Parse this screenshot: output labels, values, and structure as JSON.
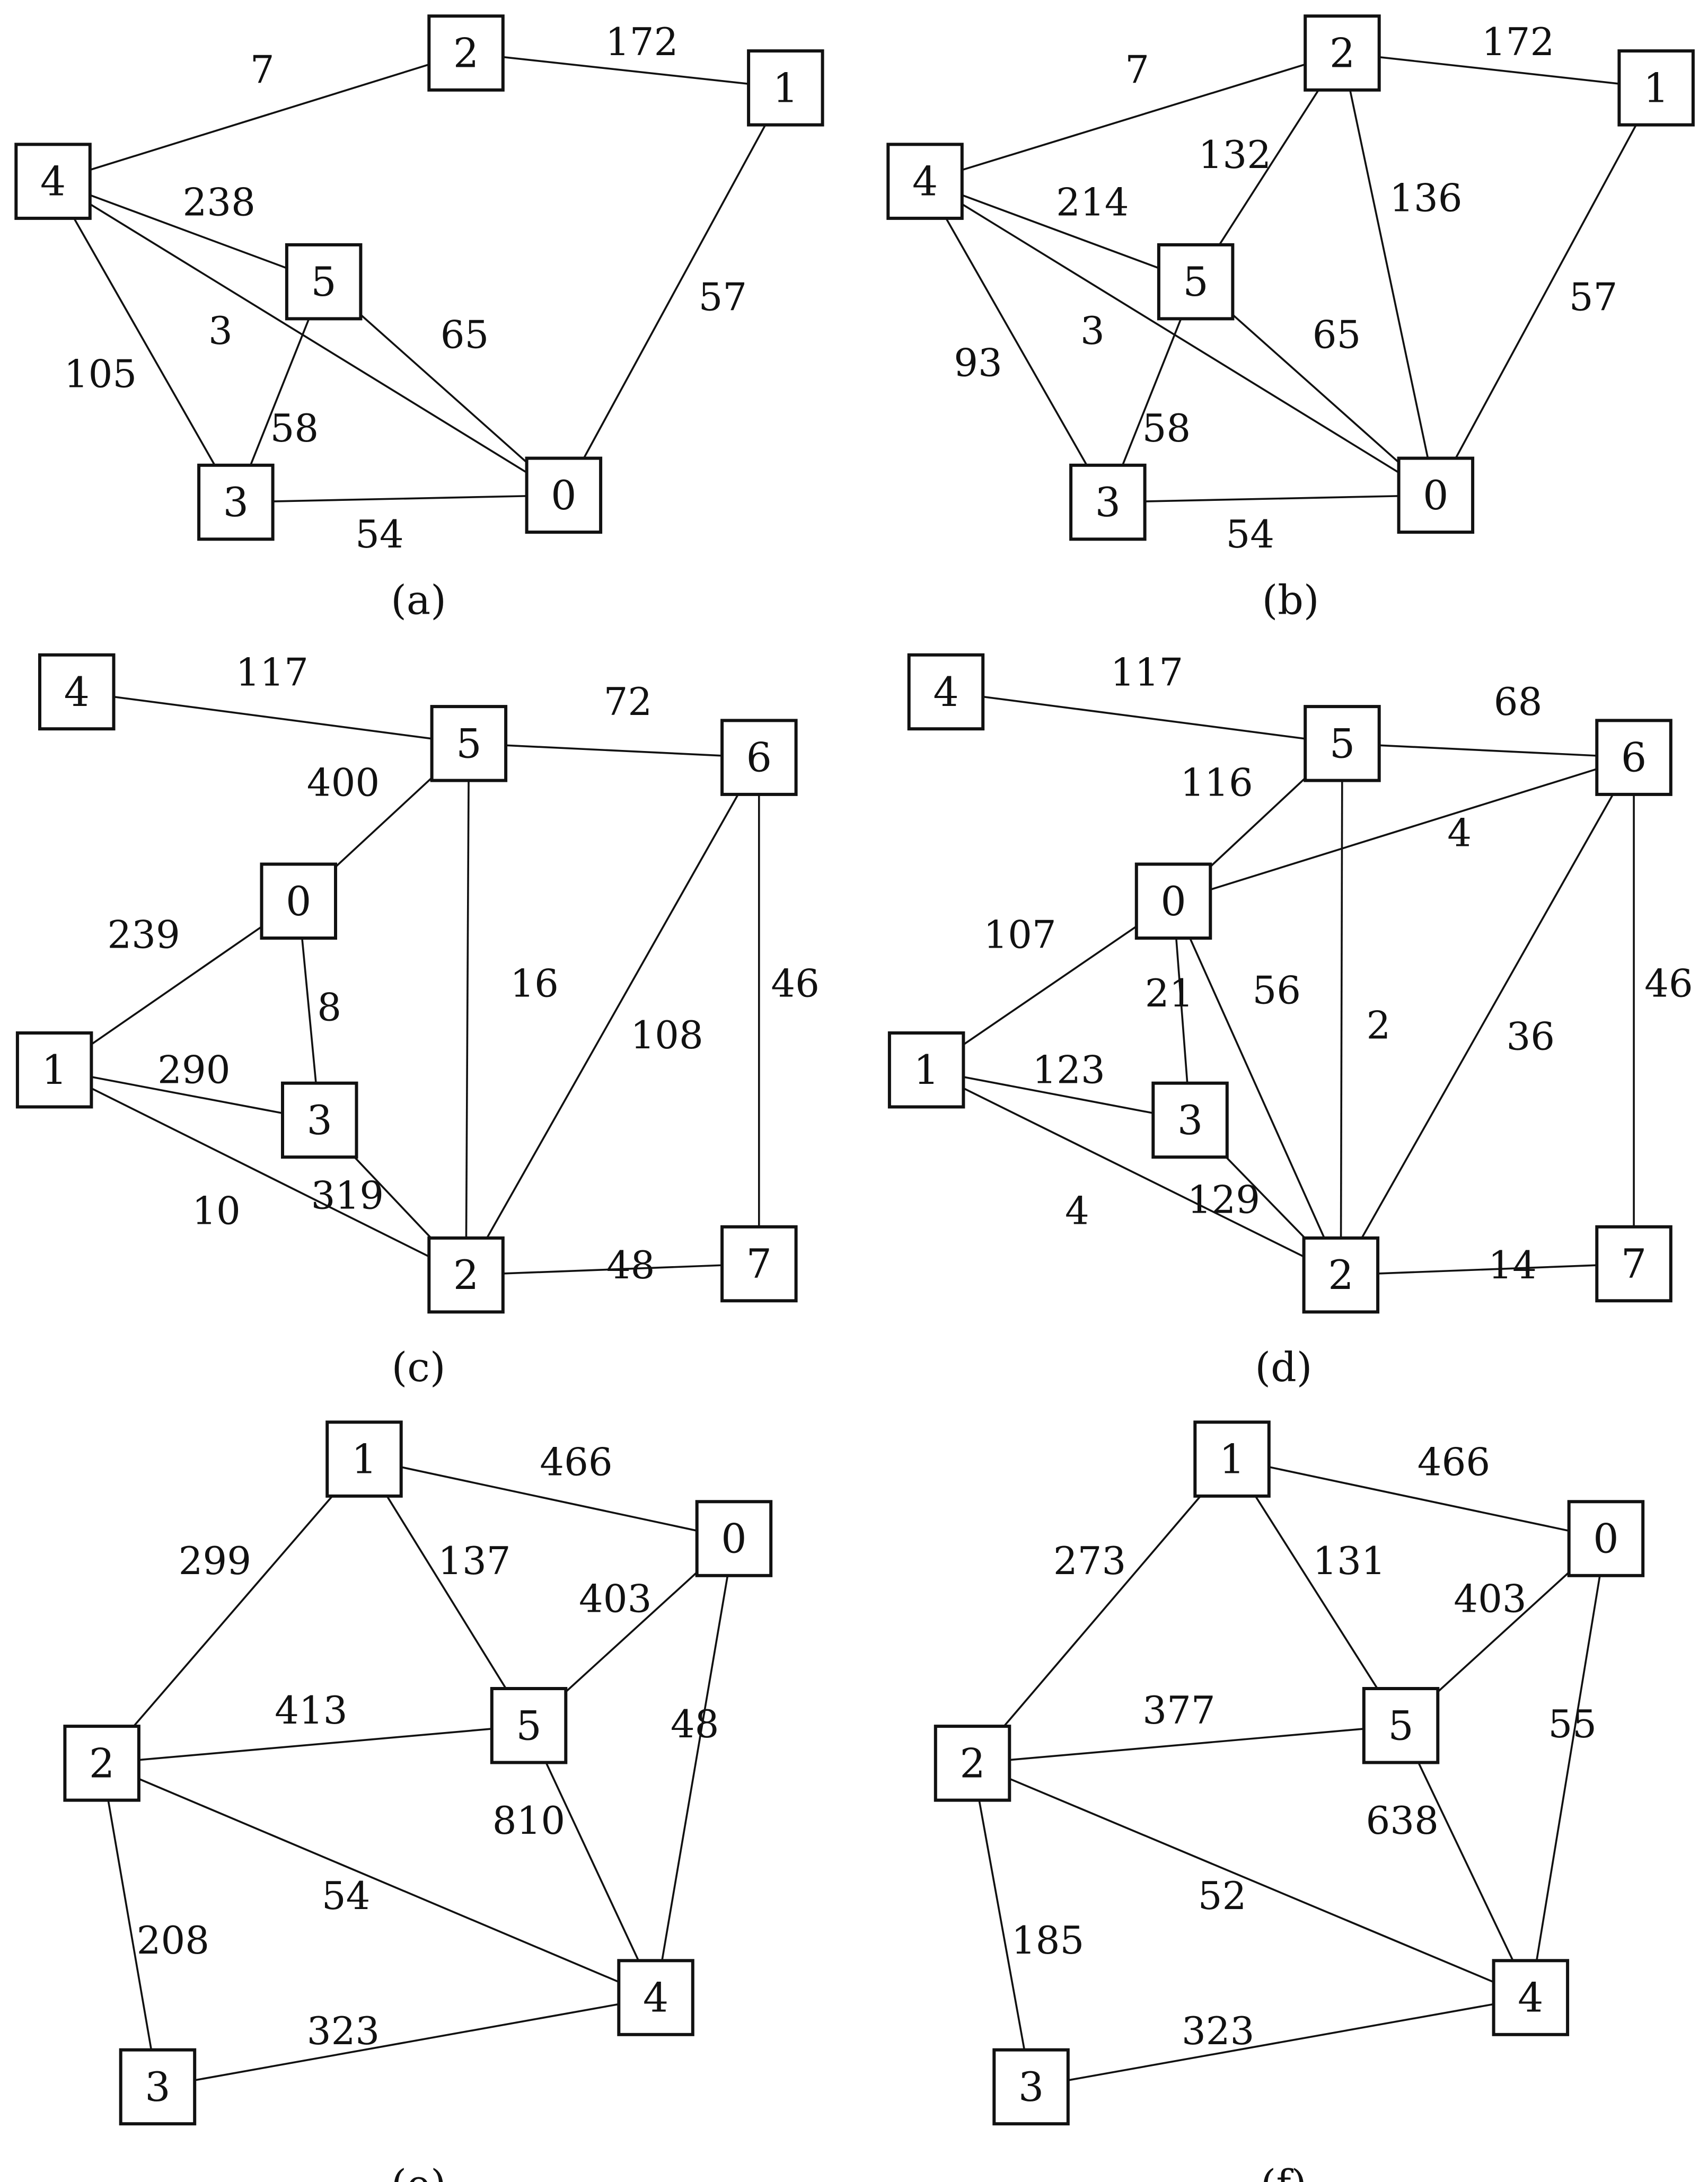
{
  "panels": [
    {
      "caption": "(a)",
      "nodes": [
        "0",
        "1",
        "2",
        "3",
        "4",
        "5"
      ],
      "edges": [
        {
          "from": "4",
          "to": "2",
          "label": "7"
        },
        {
          "from": "2",
          "to": "1",
          "label": "172"
        },
        {
          "from": "4",
          "to": "5",
          "label": "238"
        },
        {
          "from": "4",
          "to": "0",
          "label": "3"
        },
        {
          "from": "4",
          "to": "3",
          "label": "105"
        },
        {
          "from": "5",
          "to": "0",
          "label": "65"
        },
        {
          "from": "5",
          "to": "3",
          "label": "58"
        },
        {
          "from": "1",
          "to": "0",
          "label": "57"
        },
        {
          "from": "3",
          "to": "0",
          "label": "54"
        }
      ]
    },
    {
      "caption": "(b)",
      "nodes": [
        "0",
        "1",
        "2",
        "3",
        "4",
        "5"
      ],
      "edges": [
        {
          "from": "4",
          "to": "2",
          "label": "7"
        },
        {
          "from": "2",
          "to": "1",
          "label": "172"
        },
        {
          "from": "2",
          "to": "5",
          "label": "132"
        },
        {
          "from": "2",
          "to": "0",
          "label": "136"
        },
        {
          "from": "4",
          "to": "5",
          "label": "214"
        },
        {
          "from": "4",
          "to": "0",
          "label": "3"
        },
        {
          "from": "4",
          "to": "3",
          "label": "93"
        },
        {
          "from": "5",
          "to": "0",
          "label": "65"
        },
        {
          "from": "5",
          "to": "3",
          "label": "58"
        },
        {
          "from": "1",
          "to": "0",
          "label": "57"
        },
        {
          "from": "3",
          "to": "0",
          "label": "54"
        }
      ]
    },
    {
      "caption": "(c)",
      "nodes": [
        "0",
        "1",
        "2",
        "3",
        "4",
        "5",
        "6",
        "7"
      ],
      "edges": [
        {
          "from": "4",
          "to": "5",
          "label": "117"
        },
        {
          "from": "5",
          "to": "6",
          "label": "72"
        },
        {
          "from": "5",
          "to": "0",
          "label": "400"
        },
        {
          "from": "5",
          "to": "2",
          "label": "16"
        },
        {
          "from": "6",
          "to": "2",
          "label": "108"
        },
        {
          "from": "6",
          "to": "7",
          "label": "46"
        },
        {
          "from": "0",
          "to": "1",
          "label": "239"
        },
        {
          "from": "0",
          "to": "3",
          "label": "8"
        },
        {
          "from": "1",
          "to": "3",
          "label": "290"
        },
        {
          "from": "1",
          "to": "2",
          "label": "10"
        },
        {
          "from": "3",
          "to": "2",
          "label": "319"
        },
        {
          "from": "2",
          "to": "7",
          "label": "48"
        }
      ]
    },
    {
      "caption": "(d)",
      "nodes": [
        "0",
        "1",
        "2",
        "3",
        "4",
        "5",
        "6",
        "7"
      ],
      "edges": [
        {
          "from": "4",
          "to": "5",
          "label": "117"
        },
        {
          "from": "5",
          "to": "6",
          "label": "68"
        },
        {
          "from": "5",
          "to": "0",
          "label": "116"
        },
        {
          "from": "0",
          "to": "6",
          "label": "4"
        },
        {
          "from": "5",
          "to": "2",
          "label": "2"
        },
        {
          "from": "6",
          "to": "2",
          "label": "36"
        },
        {
          "from": "6",
          "to": "7",
          "label": "46"
        },
        {
          "from": "0",
          "to": "1",
          "label": "107"
        },
        {
          "from": "0",
          "to": "3",
          "label": "21"
        },
        {
          "from": "0",
          "to": "2",
          "label": "56"
        },
        {
          "from": "1",
          "to": "3",
          "label": "123"
        },
        {
          "from": "1",
          "to": "2",
          "label": "4"
        },
        {
          "from": "3",
          "to": "2",
          "label": "129"
        },
        {
          "from": "2",
          "to": "7",
          "label": "14"
        }
      ]
    },
    {
      "caption": "(e)",
      "nodes": [
        "0",
        "1",
        "2",
        "3",
        "4",
        "5"
      ],
      "edges": [
        {
          "from": "1",
          "to": "0",
          "label": "466"
        },
        {
          "from": "1",
          "to": "2",
          "label": "299"
        },
        {
          "from": "1",
          "to": "5",
          "label": "137"
        },
        {
          "from": "5",
          "to": "0",
          "label": "403"
        },
        {
          "from": "2",
          "to": "5",
          "label": "413"
        },
        {
          "from": "0",
          "to": "4",
          "label": "48"
        },
        {
          "from": "5",
          "to": "4",
          "label": "810"
        },
        {
          "from": "2",
          "to": "4",
          "label": "54"
        },
        {
          "from": "2",
          "to": "3",
          "label": "208"
        },
        {
          "from": "3",
          "to": "4",
          "label": "323"
        }
      ]
    },
    {
      "caption": "(f)",
      "nodes": [
        "0",
        "1",
        "2",
        "3",
        "4",
        "5"
      ],
      "edges": [
        {
          "from": "1",
          "to": "0",
          "label": "466"
        },
        {
          "from": "1",
          "to": "2",
          "label": "273"
        },
        {
          "from": "1",
          "to": "5",
          "label": "131"
        },
        {
          "from": "5",
          "to": "0",
          "label": "403"
        },
        {
          "from": "2",
          "to": "5",
          "label": "377"
        },
        {
          "from": "0",
          "to": "4",
          "label": "55"
        },
        {
          "from": "5",
          "to": "4",
          "label": "638"
        },
        {
          "from": "2",
          "to": "4",
          "label": "52"
        },
        {
          "from": "2",
          "to": "3",
          "label": "185"
        },
        {
          "from": "3",
          "to": "4",
          "label": "323"
        }
      ]
    }
  ]
}
